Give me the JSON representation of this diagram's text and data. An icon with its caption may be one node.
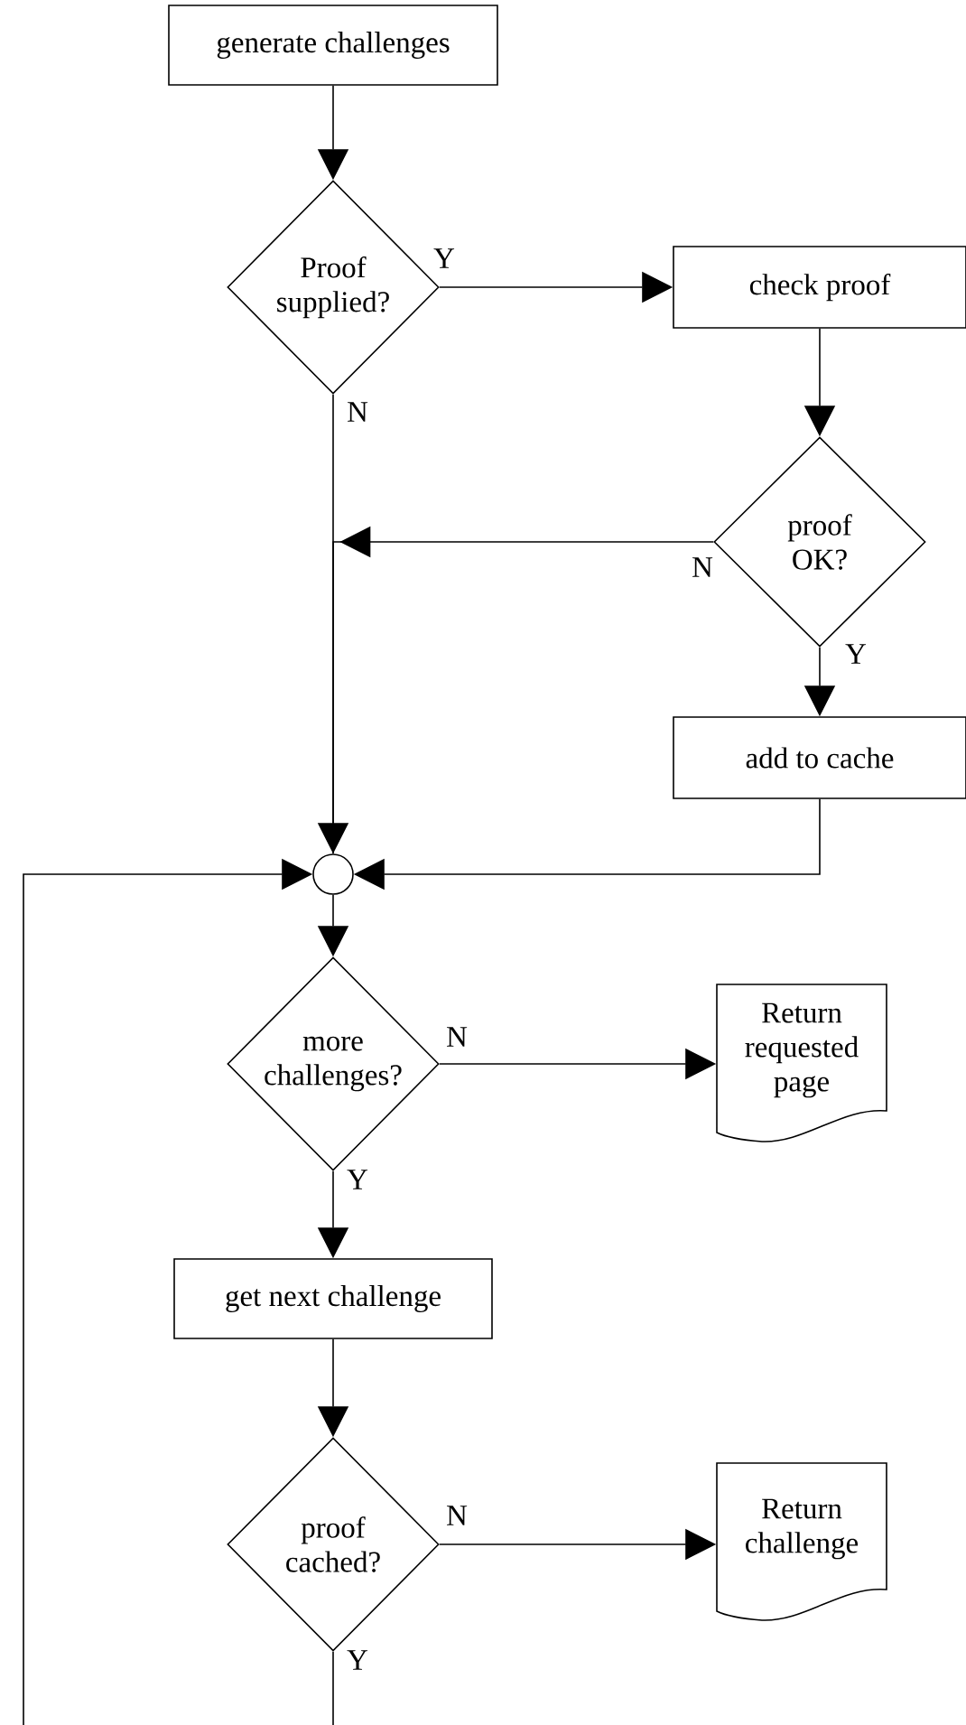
{
  "diagram": {
    "nodes": [
      {
        "text": [
          "generate challenges"
        ]
      },
      {
        "text": [
          "Proof supplied?"
        ]
      },
      {
        "text": [
          "check proof"
        ]
      },
      {
        "text": [
          "proof OK?"
        ]
      },
      {
        "text": [
          "add to cache"
        ]
      },
      {
        "text": [],
        "shape": "circle"
      },
      {
        "text": [
          "more challenges?"
        ]
      },
      {
        "text": [
          "Return requested page"
        ]
      },
      {
        "text": [
          "get next challenge"
        ]
      },
      {
        "text": [
          "proof cached?"
        ]
      },
      {
        "text": [
          "Return challenge"
        ]
      }
    ],
    "edges": [
      {
        "from": 0,
        "to": 1,
        "arrow": "to"
      },
      {
        "from": 1,
        "to": 2,
        "arrow": "to",
        "label": "Y"
      },
      {
        "from": 1,
        "to": 5,
        "arrow": "to",
        "label": "N"
      },
      {
        "from": 2,
        "to": 3,
        "arrow": "to"
      },
      {
        "from": 3,
        "to": 5,
        "arrow": "to",
        "label": "N"
      },
      {
        "from": 3,
        "to": 4,
        "arrow": "to",
        "label": "Y"
      },
      {
        "from": 4,
        "to": 5,
        "arrow": "to"
      },
      {
        "from": 5,
        "to": 6,
        "arrow": "to"
      },
      {
        "from": 6,
        "to": 7,
        "arrow": "to",
        "label": "N"
      },
      {
        "from": 6,
        "to": 8,
        "arrow": "to",
        "label": "Y"
      },
      {
        "from": 8,
        "to": 9,
        "arrow": "to"
      },
      {
        "from": 9,
        "to": 10,
        "arrow": "to",
        "label": "N"
      },
      {
        "from": 9,
        "to": null,
        "arrow": "none",
        "label": "Y"
      },
      {
        "from": null,
        "to": 5,
        "arrow": "to"
      }
    ]
  }
}
